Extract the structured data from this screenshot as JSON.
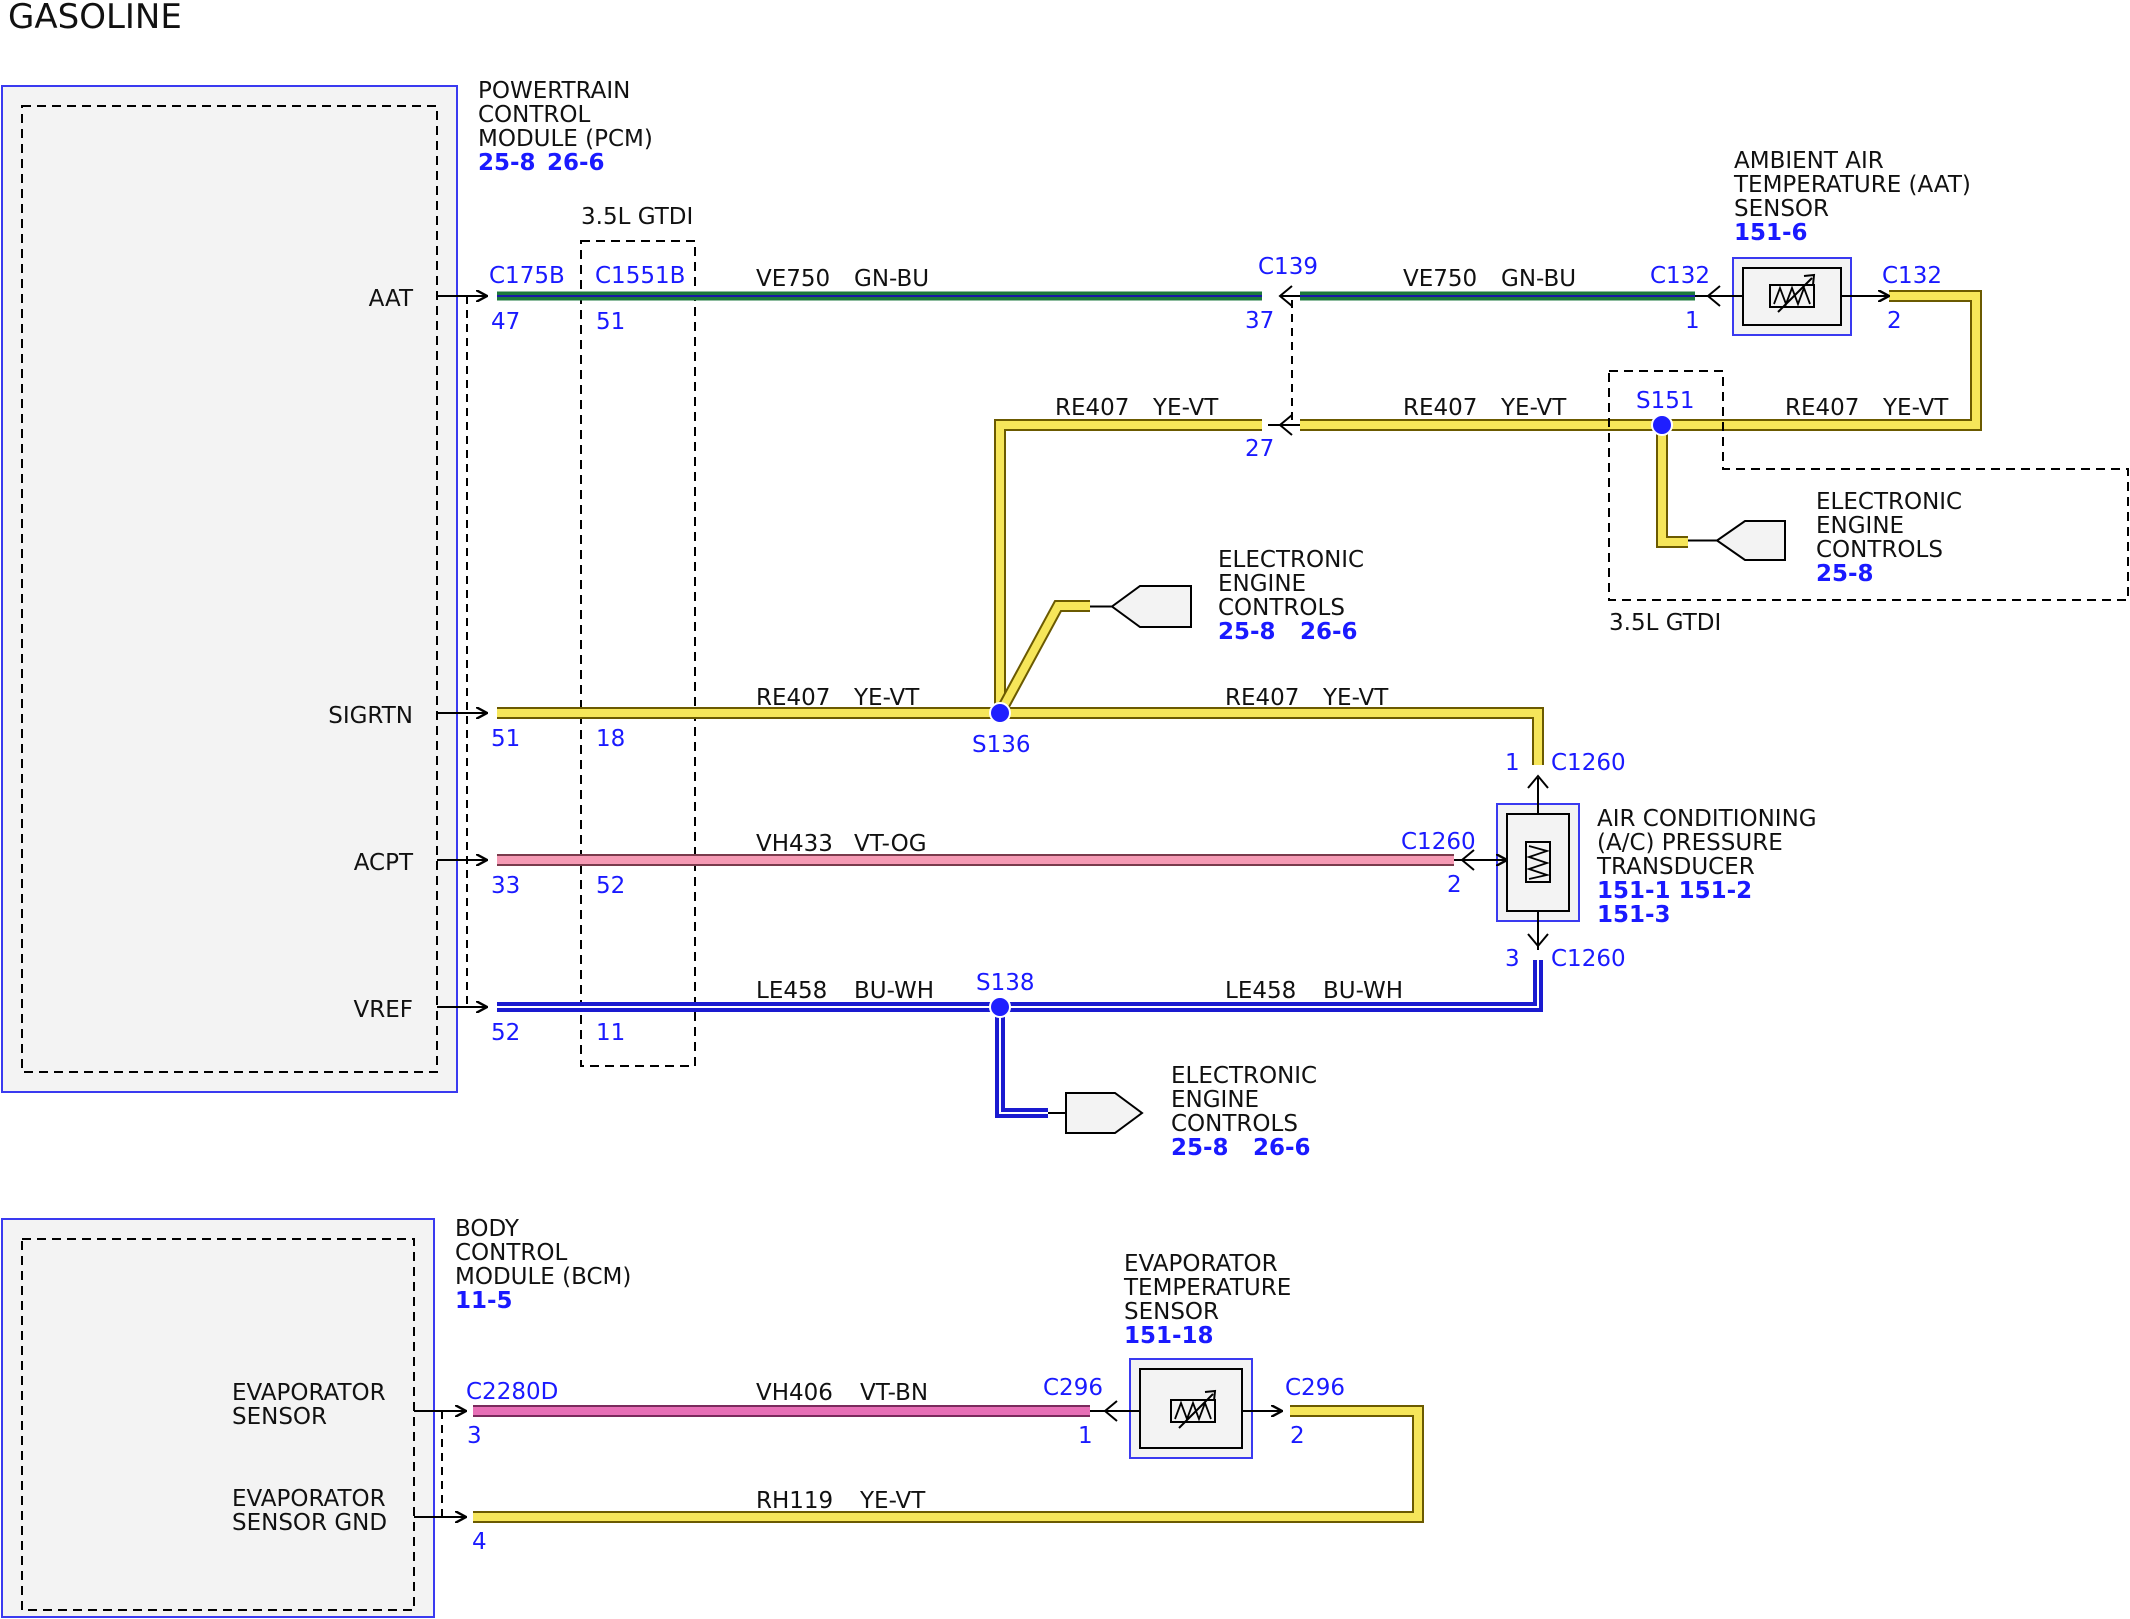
{
  "diagram": {
    "title": "GASOLINE",
    "colors": {
      "module_border": "#3a3af0",
      "connector_label": "#1a1aff",
      "wire_gn_bu": "#1e7a3c",
      "wire_gn_bu_stripe": "#1a1aa8",
      "wire_ye_vt": "#f6e65a",
      "wire_vt_og": "#f59ab4",
      "wire_bu_wh": "#1a1ad0",
      "wire_vt_bn": "#e76fb6",
      "splice": "#1f1fff",
      "module_fill": "#f3f3f3"
    },
    "pcm": {
      "name_lines": [
        "POWERTRAIN",
        "CONTROL",
        "MODULE (PCM)"
      ],
      "refs": [
        "25-8",
        "26-6"
      ],
      "pins": [
        "AAT",
        "SIGRTN",
        "ACPT",
        "VREF"
      ]
    },
    "gtdi_left": {
      "label": "3.5L GTDI",
      "connector": "C1551B",
      "pins": [
        "51",
        "18",
        "52",
        "11"
      ]
    },
    "pcm_connector": {
      "label": "C175B",
      "pins": [
        "47",
        "51",
        "33",
        "52"
      ]
    },
    "wires": [
      {
        "circuit": "VE750",
        "color": "GN-BU"
      },
      {
        "circuit": "VE750",
        "color": "GN-BU"
      },
      {
        "circuit": "RE407",
        "color": "YE-VT"
      },
      {
        "circuit": "RE407",
        "color": "YE-VT"
      },
      {
        "circuit": "RE407",
        "color": "YE-VT"
      },
      {
        "circuit": "RE407",
        "color": "YE-VT"
      },
      {
        "circuit": "RE407",
        "color": "YE-VT"
      },
      {
        "circuit": "VH433",
        "color": "VT-OG"
      },
      {
        "circuit": "LE458",
        "color": "BU-WH"
      },
      {
        "circuit": "LE458",
        "color": "BU-WH"
      },
      {
        "circuit": "VH406",
        "color": "VT-BN"
      },
      {
        "circuit": "RH119",
        "color": "YE-VT"
      }
    ],
    "c139": {
      "label": "C139",
      "pins": [
        "37",
        "27"
      ]
    },
    "c132": {
      "label": "C132",
      "pins": [
        "1",
        "2"
      ]
    },
    "aat_sensor": {
      "name_lines": [
        "AMBIENT AIR",
        "TEMPERATURE (AAT)",
        "SENSOR"
      ],
      "refs": [
        "151-6"
      ]
    },
    "splices": [
      "S151",
      "S136",
      "S138"
    ],
    "gtdi_right": {
      "label": "3.5L GTDI"
    },
    "eec_1": {
      "name_lines": [
        "ELECTRONIC",
        "ENGINE",
        "CONTROLS"
      ],
      "refs": [
        "25-8"
      ]
    },
    "eec_2": {
      "name_lines": [
        "ELECTRONIC",
        "ENGINE",
        "CONTROLS"
      ],
      "refs": [
        "25-8",
        "26-6"
      ]
    },
    "eec_3": {
      "name_lines": [
        "ELECTRONIC",
        "ENGINE",
        "CONTROLS"
      ],
      "refs": [
        "25-8",
        "26-6"
      ]
    },
    "c1260": {
      "label": "C1260",
      "pins": [
        "1",
        "2",
        "3"
      ]
    },
    "ac_sensor": {
      "name_lines": [
        "AIR CONDITIONING",
        "(A/C) PRESSURE",
        "TRANSDUCER"
      ],
      "refs_line1": "151-1 151-2",
      "refs_line2": "151-3"
    },
    "bcm": {
      "name_lines": [
        "BODY",
        "CONTROL",
        "MODULE (BCM)"
      ],
      "refs": [
        "11-5"
      ],
      "pin1_lines": [
        "EVAPORATOR",
        "SENSOR"
      ],
      "pin2_lines": [
        "EVAPORATOR",
        "SENSOR GND"
      ]
    },
    "bcm_connector": {
      "label": "C2280D",
      "pins": [
        "3",
        "4"
      ]
    },
    "c296": {
      "label": "C296",
      "pins": [
        "1",
        "2"
      ]
    },
    "evap_sensor": {
      "name_lines": [
        "EVAPORATOR",
        "TEMPERATURE",
        "SENSOR"
      ],
      "refs": [
        "151-18"
      ]
    }
  }
}
